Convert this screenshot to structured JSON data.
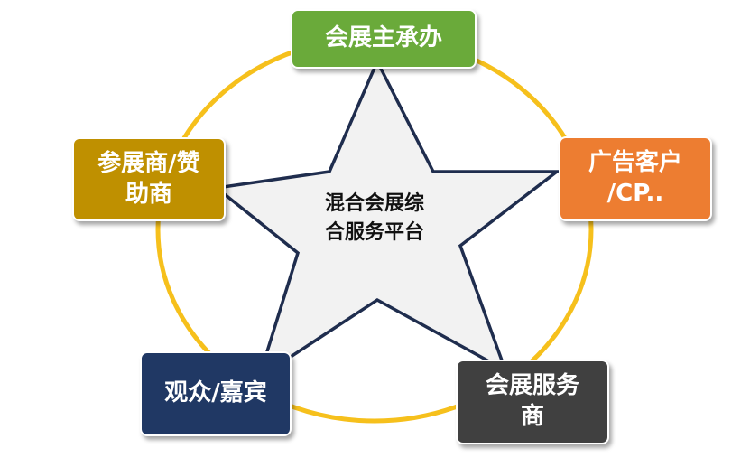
{
  "center": {
    "label": "混合会展综\n合服务平台"
  },
  "nodes": {
    "top": {
      "label": "会展主承办",
      "color": "#6aaa3a"
    },
    "right": {
      "label": "广告客户\n/CP..",
      "color": "#ed7d31"
    },
    "left": {
      "label": "参展商/赞\n助商",
      "color": "#bf9000"
    },
    "bottom_left": {
      "label": "观众/嘉宾",
      "color": "#203864"
    },
    "bottom_right": {
      "label": "会展服务\n商",
      "color": "#404040"
    }
  },
  "colors": {
    "ring": "#f6c01c",
    "star_fill": "#f2f2f2",
    "star_stroke": "#1f2d4e"
  }
}
